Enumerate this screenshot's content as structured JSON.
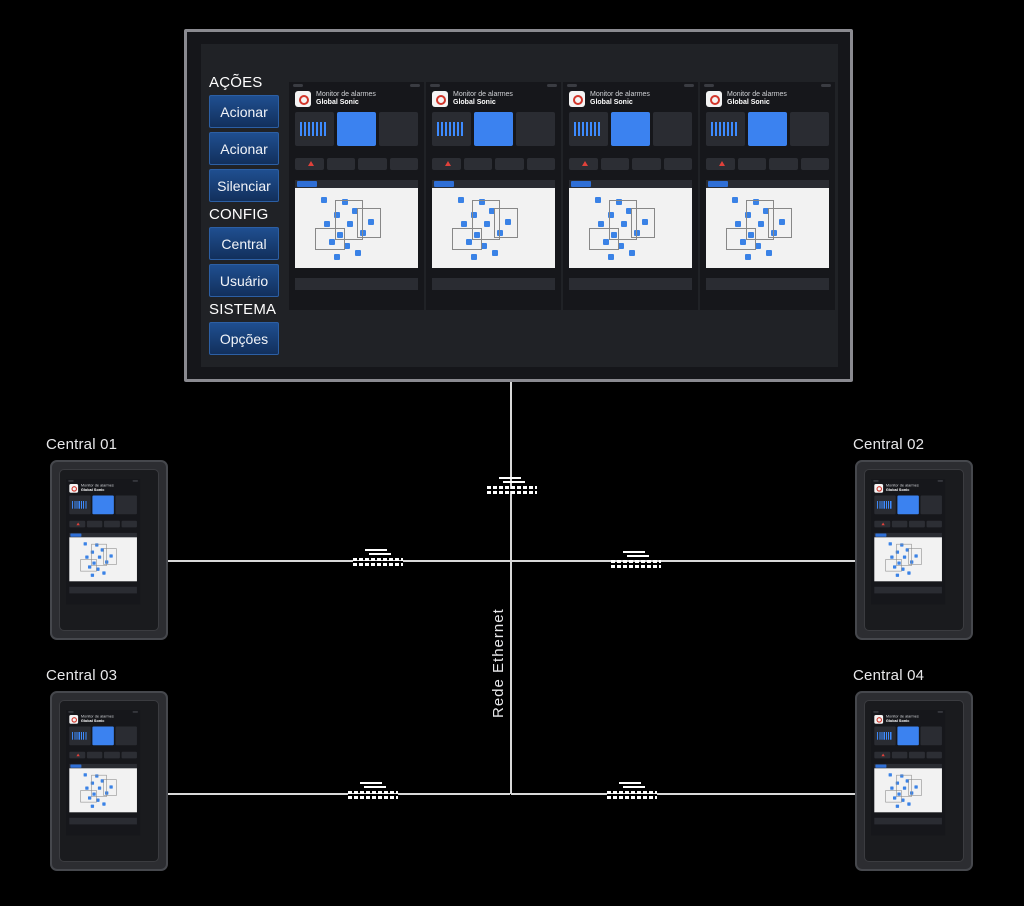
{
  "monitor": {
    "sections": [
      {
        "heading": "AÇÕES",
        "buttons": [
          "Acionar",
          "Acionar",
          "Silenciar"
        ]
      },
      {
        "heading": "CONFIG",
        "buttons": [
          "Central",
          "Usuário"
        ]
      },
      {
        "heading": "SISTEMA",
        "buttons": [
          "Opções"
        ]
      }
    ]
  },
  "app": {
    "title_line1": "Monitor de alarmes",
    "title_line2": "Global Sonic"
  },
  "centrals": [
    "Central 01",
    "Central 02",
    "Central 03",
    "Central 04"
  ],
  "network_label": "Rede Ethernet",
  "colors": {
    "background": "#000000",
    "accent_blue": "#3b82f0",
    "button_blue": "#1f4f90",
    "alert_red": "#e0413a"
  }
}
